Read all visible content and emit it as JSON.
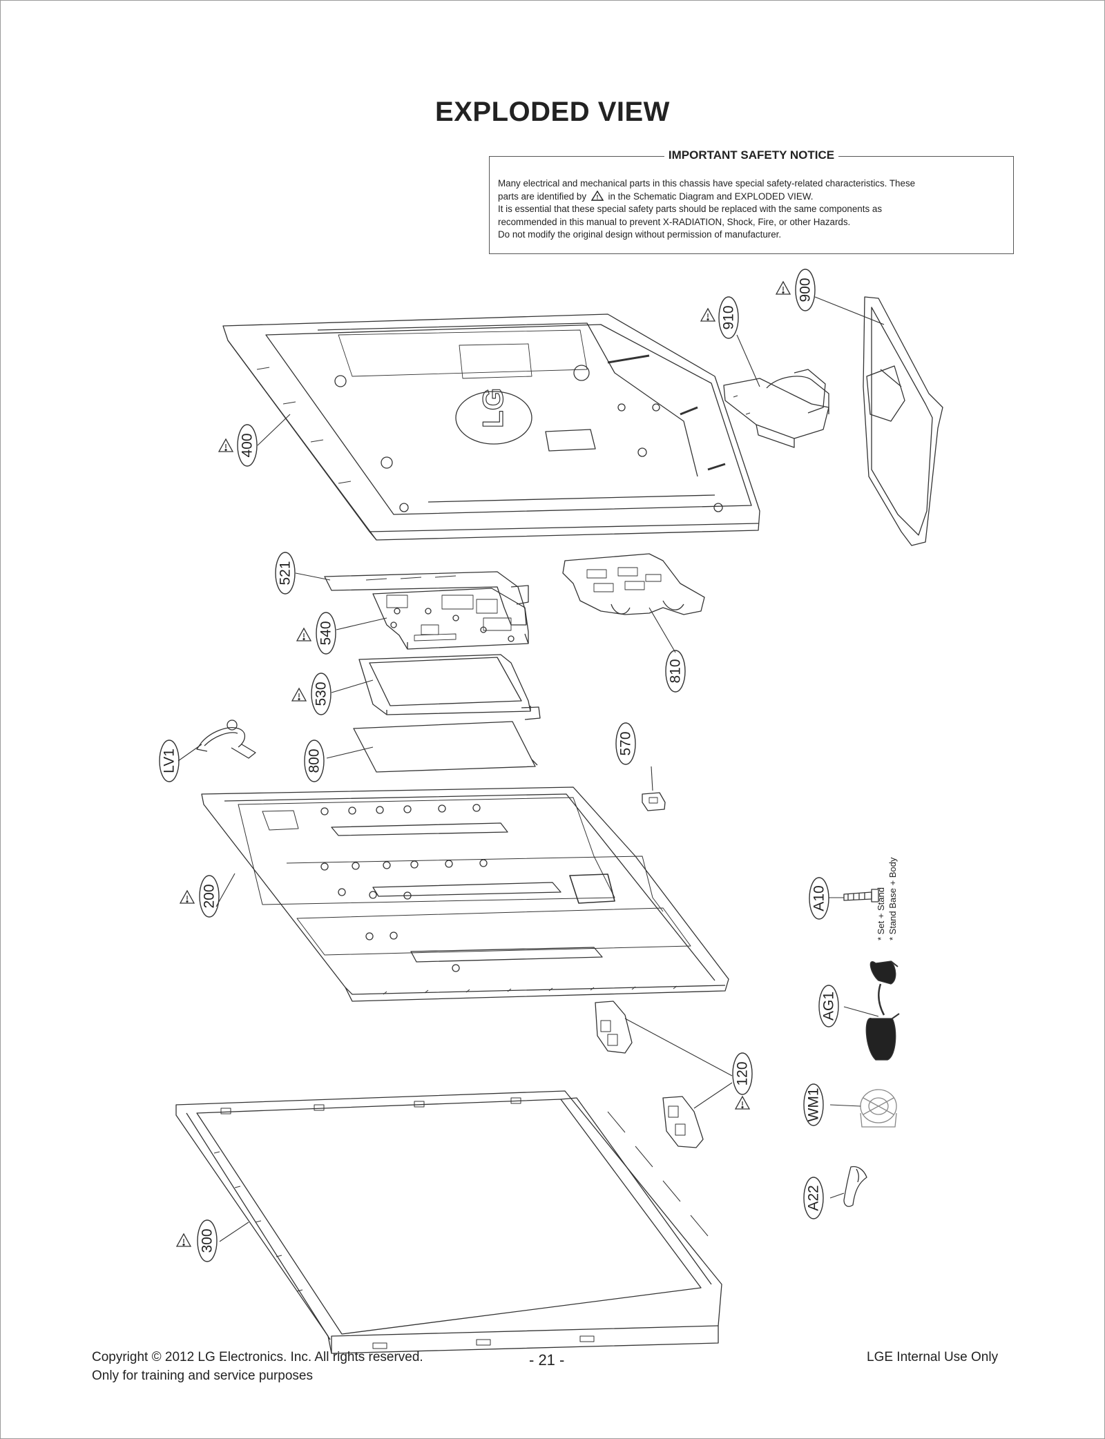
{
  "title": "EXPLODED VIEW",
  "notice": {
    "heading": "IMPORTANT SAFETY NOTICE",
    "line1": "Many electrical and mechanical parts in this chassis have special safety-related characteristics. These",
    "line2_pre": "parts are identified by",
    "line2_post": "in the Schematic Diagram and EXPLODED VIEW.",
    "line3": "It is essential that these special safety parts should be replaced with the same components as",
    "line4": "recommended in this manual to prevent X-RADIATION, Shock, Fire, or other Hazards.",
    "line5": "Do not modify the original design without permission of manufacturer."
  },
  "callouts": {
    "p900": "900",
    "p910": "910",
    "p400": "400",
    "p521": "521",
    "p540": "540",
    "p530": "530",
    "p810": "810",
    "pLV1": "LV1",
    "p800": "800",
    "p570": "570",
    "p200": "200",
    "pA10": "A10",
    "pAG1": "AG1",
    "p120": "120",
    "pWM1": "WM1",
    "pA22": "A22",
    "p300": "300"
  },
  "screw_note": {
    "line1": "* Set + Stand",
    "line2": "* Stand Base + Body"
  },
  "footer": {
    "copyright": "Copyright  © 2012  LG Electronics. Inc. All rights reserved.",
    "purpose": "Only for training and service purposes",
    "page": "- 21 -",
    "internal": "LGE Internal Use Only"
  },
  "colors": {
    "ink": "#222222",
    "line": "#333333",
    "border": "#9a9a9a"
  },
  "icons": [
    "warning-triangle-icon"
  ]
}
